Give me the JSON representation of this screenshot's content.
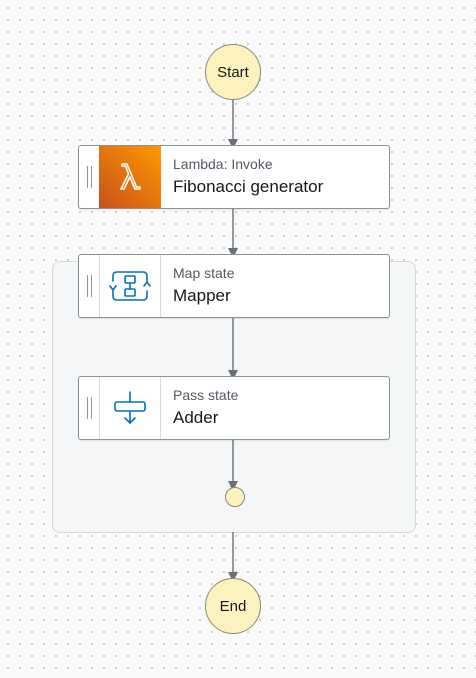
{
  "workflow": {
    "start_label": "Start",
    "end_label": "End",
    "states": [
      {
        "type_label": "Lambda: Invoke",
        "name": "Fibonacci generator",
        "icon": "lambda-icon"
      },
      {
        "type_label": "Map state",
        "name": "Mapper",
        "icon": "map-state-icon"
      },
      {
        "type_label": "Pass state",
        "name": "Adder",
        "icon": "pass-state-icon"
      }
    ]
  },
  "colors": {
    "terminal_fill": "#fbf2bd",
    "lambda_gradient_start": "#c8511b",
    "lambda_gradient_end": "#ff9900",
    "flow_icon": "#0073bb",
    "connector": "#687078"
  }
}
